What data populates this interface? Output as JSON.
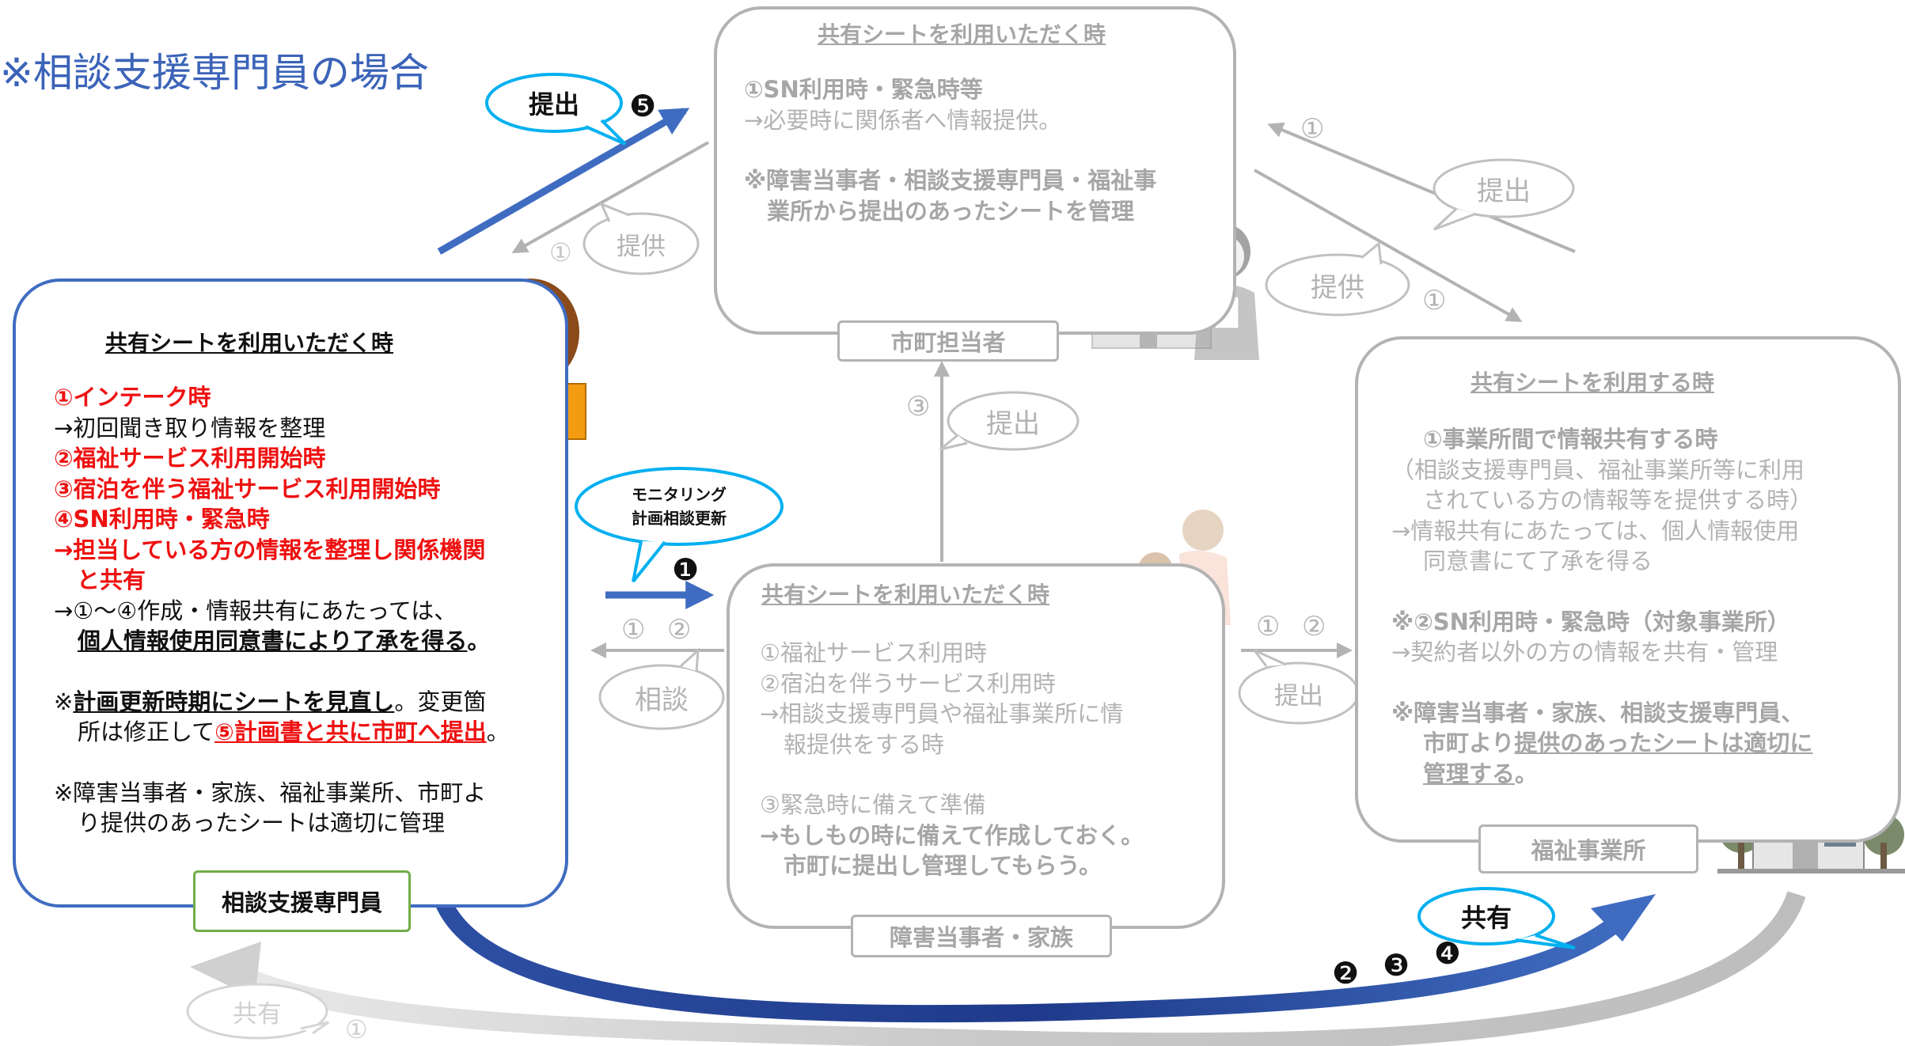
{
  "title": "※相談支援専門員の場合",
  "colors": {
    "accent_blue": "#4472c4",
    "dark_blue": "#1f3a8a",
    "red": "#ee1111",
    "gray": "#b3b3b3",
    "green": "#70ad47"
  },
  "city_box": {
    "heading": "共有シートを利用いただく時",
    "lines": [
      "①SN利用時・緊急時等",
      "→必要時に関係者へ情報提供。",
      "※障害当事者・相談支援専門員・福祉事",
      "　業所から提出のあったシートを管理"
    ],
    "label": "市町担当者"
  },
  "consultant_box": {
    "heading": "共有シートを利用いただく時",
    "lines": [
      "①インテーク時",
      "→初回聞き取り情報を整理",
      "②福祉サービス利用開始時",
      "③宿泊を伴う福祉サービス利用開始時",
      "④SN利用時・緊急時",
      "→担当している方の情報を整理し関係機関",
      "　と共有",
      "→①～④作成・情報共有にあたっては、",
      "個人情報使用同意書により了承を得る",
      "。",
      "※",
      "計画更新時期にシートを見直し",
      "。変更箇",
      "所は修正して",
      "⑤計画書と共に市町へ提出",
      "。",
      "※障害当事者・家族、福祉事業所、市町よ",
      "り提供のあったシートは適切に管理"
    ],
    "label": "相談支援専門員"
  },
  "family_box": {
    "heading": "共有シートを利用いただく時",
    "lines": [
      "①福祉サービス利用時",
      "②宿泊を伴うサービス利用時",
      "→相談支援専門員や福祉事業所に情",
      "報提供をする時",
      "③緊急時に備えて準備",
      "→もしもの時に備えて作成しておく。",
      "市町に提出し管理してもらう。"
    ],
    "label": "障害当事者・家族"
  },
  "office_box": {
    "heading": "共有シートを利用する時",
    "lines": [
      "①事業所間で情報共有する時",
      "（相談支援専門員、福祉事業所等に利用",
      "されている方の情報等を提供する時）",
      "→情報共有にあたっては、個人情報使用",
      "同意書にて了承を得る",
      "※②SN利用時・緊急時（対象事業所）",
      "→契約者以外の方の情報を共有・管理",
      "※障害当事者・家族、相談支援専門員、",
      "市町より",
      "提供のあったシートは適切に",
      "管理する",
      "。"
    ],
    "label": "福祉事業所"
  },
  "bubbles": {
    "teishutsu_5": "提出",
    "teikyo_left": "提供",
    "teishutsu_right": "提出",
    "teikyo_right": "提供",
    "teishutsu_mid": "提出",
    "monitoring_1": "モニタリング",
    "monitoring_2": "計画相談更新",
    "soudan": "相談",
    "teishutsu_family": "提出",
    "kyouyu": "共有",
    "kyouyu_bottom": "共有"
  },
  "numbers": {
    "n1": "①",
    "n2": "②",
    "n3": "③",
    "n4": "④",
    "f1": "❶",
    "f2": "❷",
    "f3": "❸",
    "f4": "❹",
    "f5": "❺"
  },
  "icons": [
    "clerk-woman-icon",
    "office-building-icon",
    "receptionist-woman-icon",
    "wheelchair-people-icon",
    "welfare-facility-icon"
  ]
}
